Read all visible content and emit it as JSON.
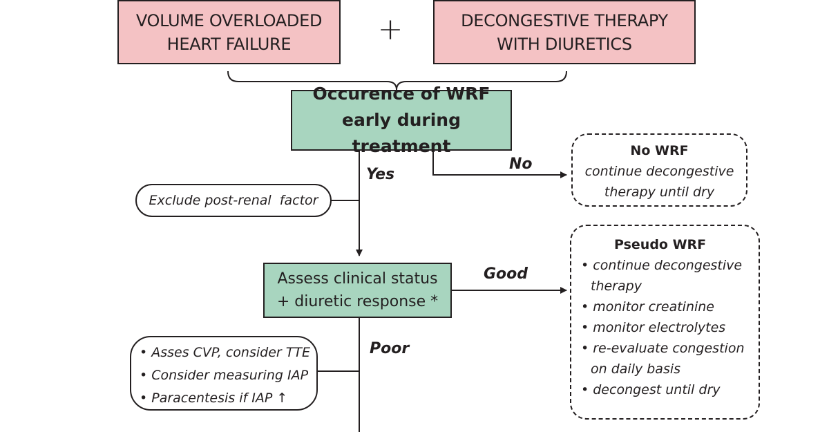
{
  "top_boxes": {
    "left": [
      "VOLUME OVERLOADED",
      "HEART FAILURE"
    ],
    "plus": "+",
    "right": [
      "DECONGESTIVE THERAPY",
      "WITH DIURETICS"
    ]
  },
  "wrf_box": [
    "Occurence of WRF",
    "early during treatment"
  ],
  "no_wrf": {
    "title": "No WRF",
    "body": [
      "continue decongestive",
      "therapy until dry"
    ]
  },
  "labels": {
    "yes": "Yes",
    "no": "No",
    "good": "Good",
    "poor": "Poor"
  },
  "exclude_pill": "Exclude post-renal  factor",
  "assess_box": [
    "Assess clinical status",
    "+ diuretic response *"
  ],
  "pseudo_wrf": {
    "title": "Pseudo WRF",
    "items": [
      "• continue decongestive",
      "therapy",
      "• monitor creatinine",
      "• monitor electrolytes",
      "• re-evaluate congestion",
      "on daily basis",
      "• decongest until dry"
    ]
  },
  "poor_actions": [
    "• Asses CVP, consider TTE",
    "• Consider measuring IAP",
    "• Paracentesis if IAP ↑"
  ]
}
